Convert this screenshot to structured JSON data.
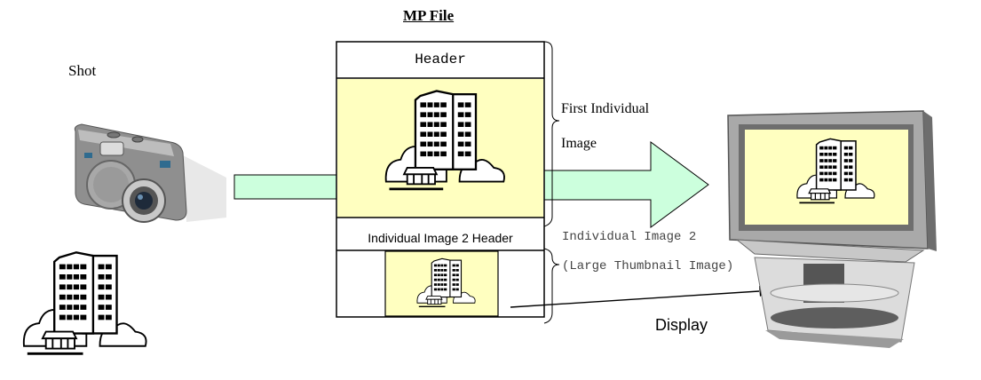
{
  "title": "MP File",
  "shot_label": "Shot",
  "mp_file": {
    "header_label": "Header",
    "image2_header_label": "Individual Image 2 Header"
  },
  "annotations": {
    "first_individual_line1": "First Individual",
    "first_individual_line2": "Image",
    "individual_image2_line1": "Individual Image 2",
    "individual_image2_line2": "(Large Thumbnail Image)"
  },
  "display_label": "Display",
  "colors": {
    "image_fill": "#ffffc0",
    "arrow_fill": "#ccffdd",
    "border": "#000000"
  },
  "icons": [
    "camera-icon",
    "building-icon",
    "television-icon"
  ]
}
